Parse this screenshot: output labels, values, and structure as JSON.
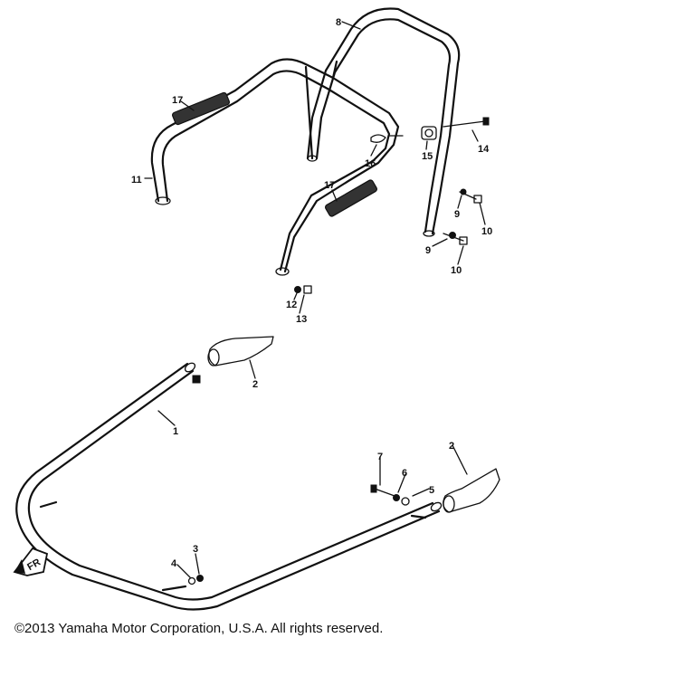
{
  "diagram": {
    "callouts": {
      "c1": "1",
      "c2a": "2",
      "c2b": "2",
      "c3": "3",
      "c4": "4",
      "c5": "5",
      "c6": "6",
      "c7": "7",
      "c8": "8",
      "c9a": "9",
      "c9b": "9",
      "c10a": "10",
      "c10b": "10",
      "c11": "11",
      "c12": "12",
      "c13": "13",
      "c14": "14",
      "c15": "15",
      "c16": "16",
      "c17a": "17",
      "c17b": "17"
    },
    "front_marker": "FR"
  },
  "footer": {
    "copyright": "©2013 Yamaha Motor Corporation, U.S.A. All rights reserved."
  }
}
